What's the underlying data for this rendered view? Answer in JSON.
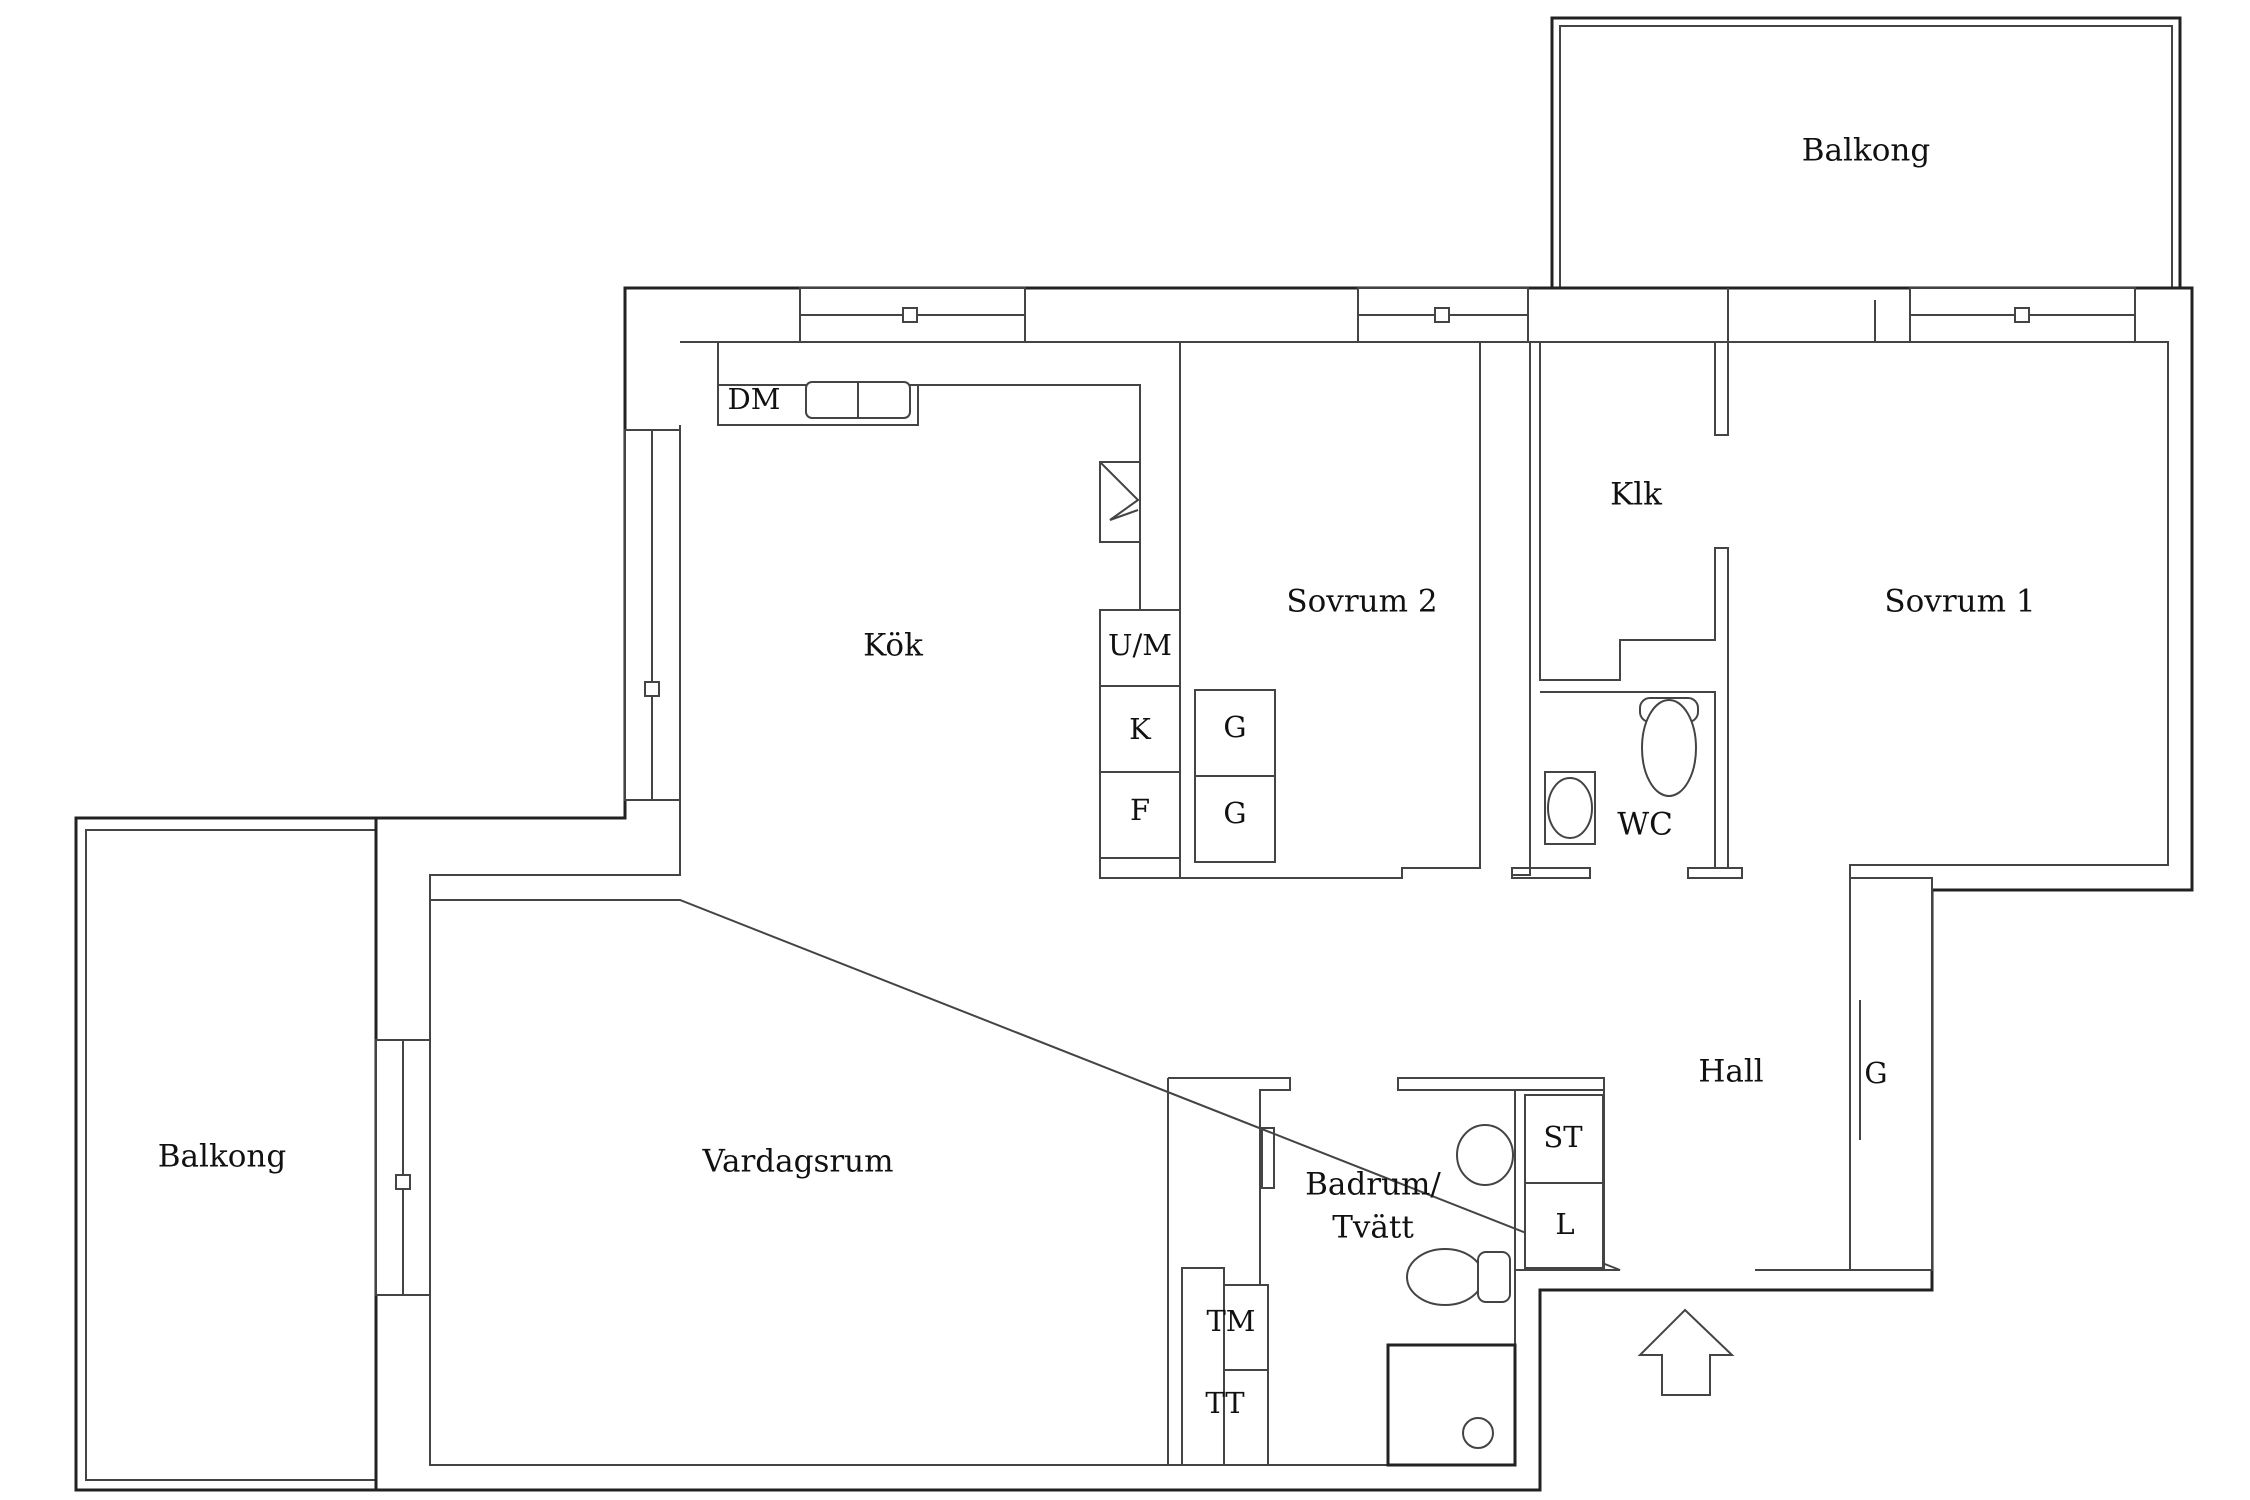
{
  "floorplan": {
    "rooms": {
      "balkong_top": "Balkong",
      "balkong_left": "Balkong",
      "kok": "Kök",
      "sovrum2": "Sovrum 2",
      "sovrum1": "Sovrum 1",
      "klk": "Klk",
      "wc": "WC",
      "vardagsrum": "Vardagsrum",
      "hall": "Hall",
      "badrum_line1": "Badrum/",
      "badrum_line2": "Tvätt"
    },
    "fixtures": {
      "dm": "DM",
      "um": "U/M",
      "k": "K",
      "f": "F",
      "g_sov2_a": "G",
      "g_sov2_b": "G",
      "g_hall": "G",
      "st": "ST",
      "l": "L",
      "tm": "TM",
      "tt": "TT"
    },
    "entrance_icon": "entrance-arrow-icon"
  }
}
